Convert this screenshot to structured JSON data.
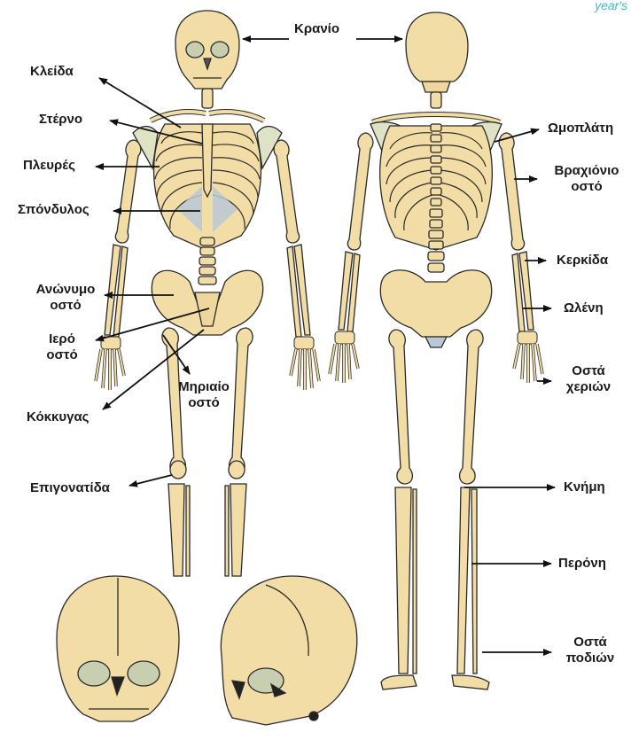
{
  "watermark": "year's",
  "labels": {
    "skull": "Κρανίο",
    "clavicle": "Κλείδα",
    "sternum": "Στέρνο",
    "ribs": "Πλευρές",
    "vertebra": "Σπόνδυλος",
    "hip_bone_1": "Ανώνυμο",
    "hip_bone_2": "οστό",
    "sacrum_1": "Ιερό",
    "sacrum_2": "οστό",
    "femur_1": "Μηριαίο",
    "femur_2": "οστό",
    "coccyx": "Κόκκυγας",
    "patella": "Επιγονατίδα",
    "scapula": "Ωμοπλάτη",
    "humerus_1": "Βραχιόνιο",
    "humerus_2": "οστό",
    "radius": "Κερκίδα",
    "ulna": "Ωλένη",
    "hand_1": "Οστά",
    "hand_2": "χεριών",
    "tibia": "Κνήμη",
    "fibula": "Περόνη",
    "foot_1": "Οστά",
    "foot_2": "ποδιών"
  },
  "colors": {
    "bone": "#f3dda6",
    "bone_outline": "#2a2a2a",
    "cartilage": "#b9c8d4",
    "scapula_shade": "#dfe3c6",
    "eye_socket": "#c8cfb0",
    "arrow": "#111111"
  }
}
